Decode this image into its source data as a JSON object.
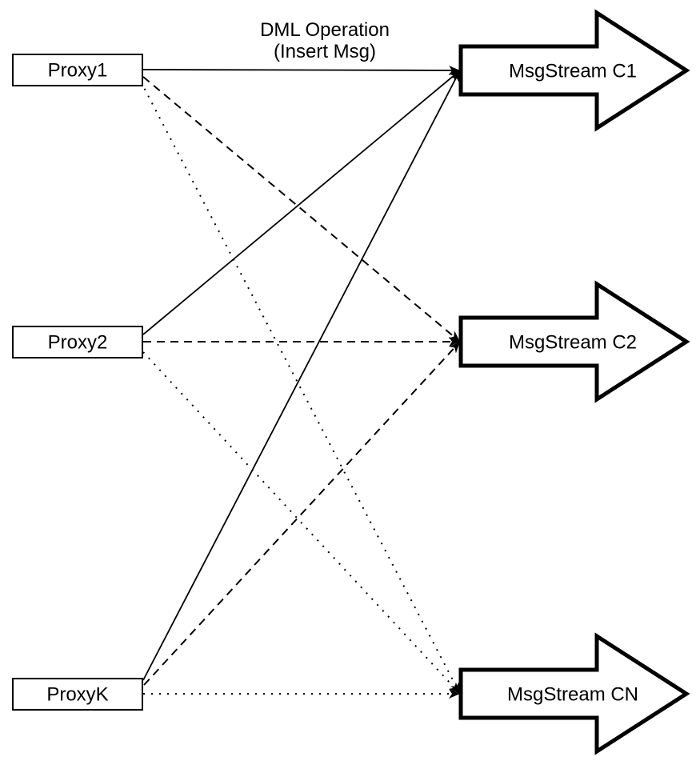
{
  "diagram": {
    "type": "fan-out-connection-diagram",
    "annotation": {
      "line1": "DML Operation",
      "line2": "(Insert Msg)"
    },
    "proxies": [
      {
        "id": "proxy1",
        "label": "Proxy1"
      },
      {
        "id": "proxy2",
        "label": "Proxy2"
      },
      {
        "id": "proxyk",
        "label": "ProxyK"
      }
    ],
    "streams": [
      {
        "id": "c1",
        "label": "MsgStream C1"
      },
      {
        "id": "c2",
        "label": "MsgStream C2"
      },
      {
        "id": "cn",
        "label": "MsgStream CN"
      }
    ],
    "edges": [
      {
        "from": "Proxy1",
        "to": "MsgStream C1",
        "style": "solid",
        "label": "DML Operation (Insert Msg)"
      },
      {
        "from": "Proxy2",
        "to": "MsgStream C1",
        "style": "solid",
        "label": ""
      },
      {
        "from": "ProxyK",
        "to": "MsgStream C1",
        "style": "solid",
        "label": ""
      },
      {
        "from": "Proxy1",
        "to": "MsgStream C2",
        "style": "dashed",
        "label": ""
      },
      {
        "from": "Proxy2",
        "to": "MsgStream C2",
        "style": "dashed",
        "label": ""
      },
      {
        "from": "ProxyK",
        "to": "MsgStream C2",
        "style": "dashed",
        "label": ""
      },
      {
        "from": "Proxy1",
        "to": "MsgStream CN",
        "style": "dotted",
        "label": ""
      },
      {
        "from": "Proxy2",
        "to": "MsgStream CN",
        "style": "dotted",
        "label": ""
      },
      {
        "from": "ProxyK",
        "to": "MsgStream CN",
        "style": "dotted",
        "label": ""
      }
    ],
    "colors": {
      "stroke": "#000000",
      "fill": "#ffffff",
      "background": "#ffffff"
    }
  }
}
